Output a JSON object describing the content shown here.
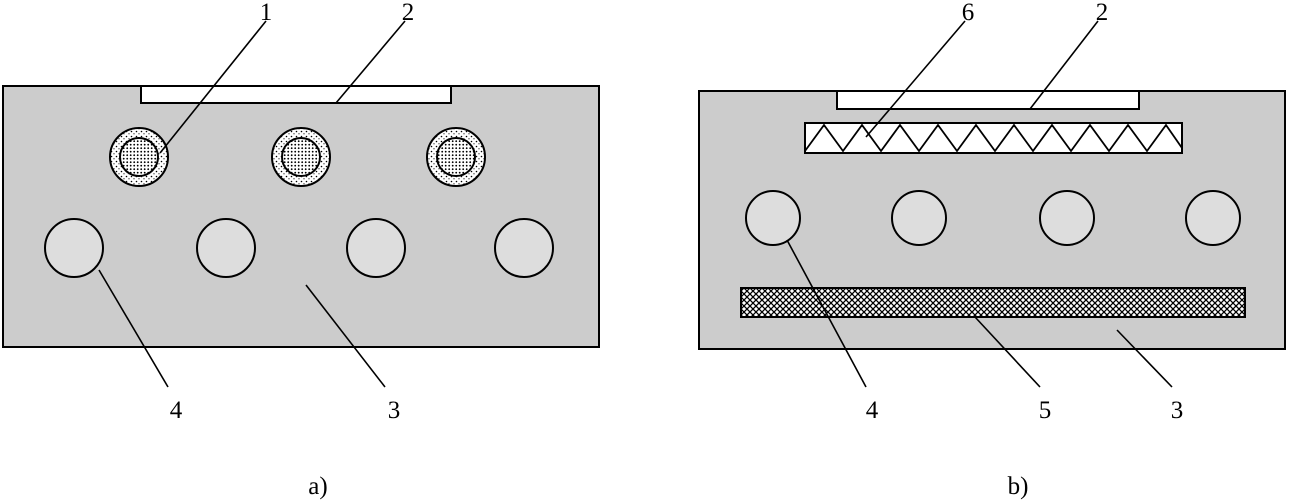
{
  "panel_a": {
    "caption": "a)",
    "labels": {
      "l1": "1",
      "l2": "2",
      "l3": "3",
      "l4": "4"
    }
  },
  "panel_b": {
    "caption": "b)",
    "labels": {
      "l6": "6",
      "l2": "2",
      "l4": "4",
      "l5": "5",
      "l3": "3"
    }
  },
  "colors": {
    "body_fill": "#cccccc",
    "tube_fill": "#dddddd",
    "strip_fill": "#ffffff",
    "outline": "#000000"
  }
}
